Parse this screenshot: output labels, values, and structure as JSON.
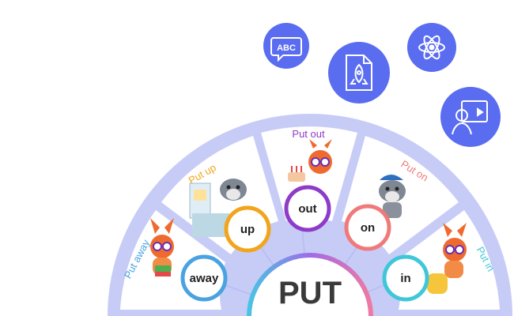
{
  "center": {
    "word": "PUT"
  },
  "phrases": [
    {
      "key": "away",
      "label": "Put away",
      "particle": "away",
      "color": "#4aa3e0"
    },
    {
      "key": "up",
      "label": "Put up",
      "particle": "up",
      "color": "#f2a51c"
    },
    {
      "key": "out",
      "label": "Put out",
      "particle": "out",
      "color": "#8d3bc8"
    },
    {
      "key": "on",
      "label": "Put on",
      "particle": "on",
      "color": "#f07a7a"
    },
    {
      "key": "in",
      "label": "Put in",
      "particle": "in",
      "color": "#3fc7d9"
    }
  ],
  "top_icons": [
    {
      "name": "abc-text-icon",
      "text": "ABC"
    },
    {
      "name": "rocket-document-icon"
    },
    {
      "name": "atom-icon"
    },
    {
      "name": "teacher-board-icon"
    }
  ],
  "colors": {
    "wheel": "#c7ccf7",
    "wheel_edge": "#b7bdf3",
    "sector": "#ffffff",
    "icon_circle": "#5a6cf0"
  }
}
